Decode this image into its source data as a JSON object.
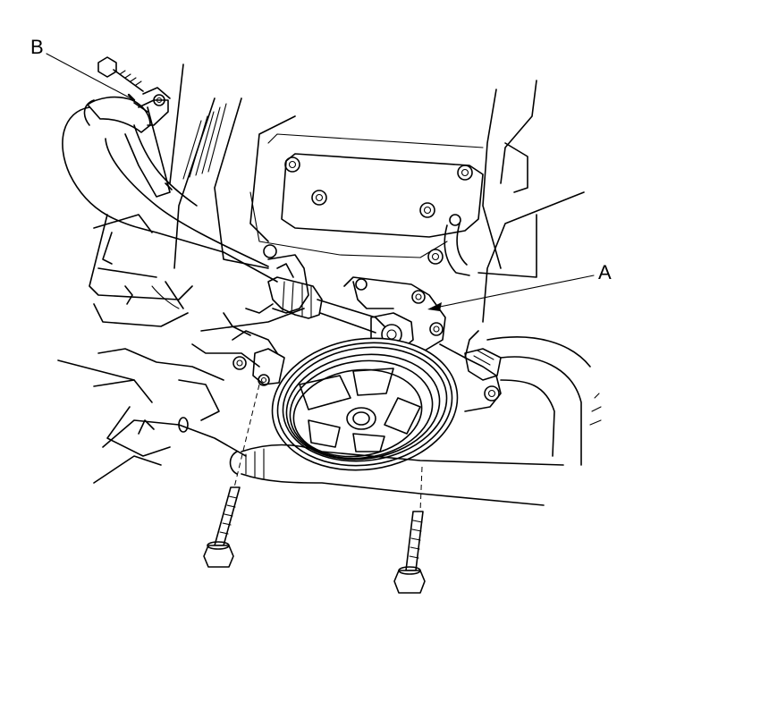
{
  "callouts": {
    "a": "A",
    "b": "B"
  },
  "parts": {
    "a": "power-steering-pump",
    "b": "hose-clamp-bracket"
  }
}
